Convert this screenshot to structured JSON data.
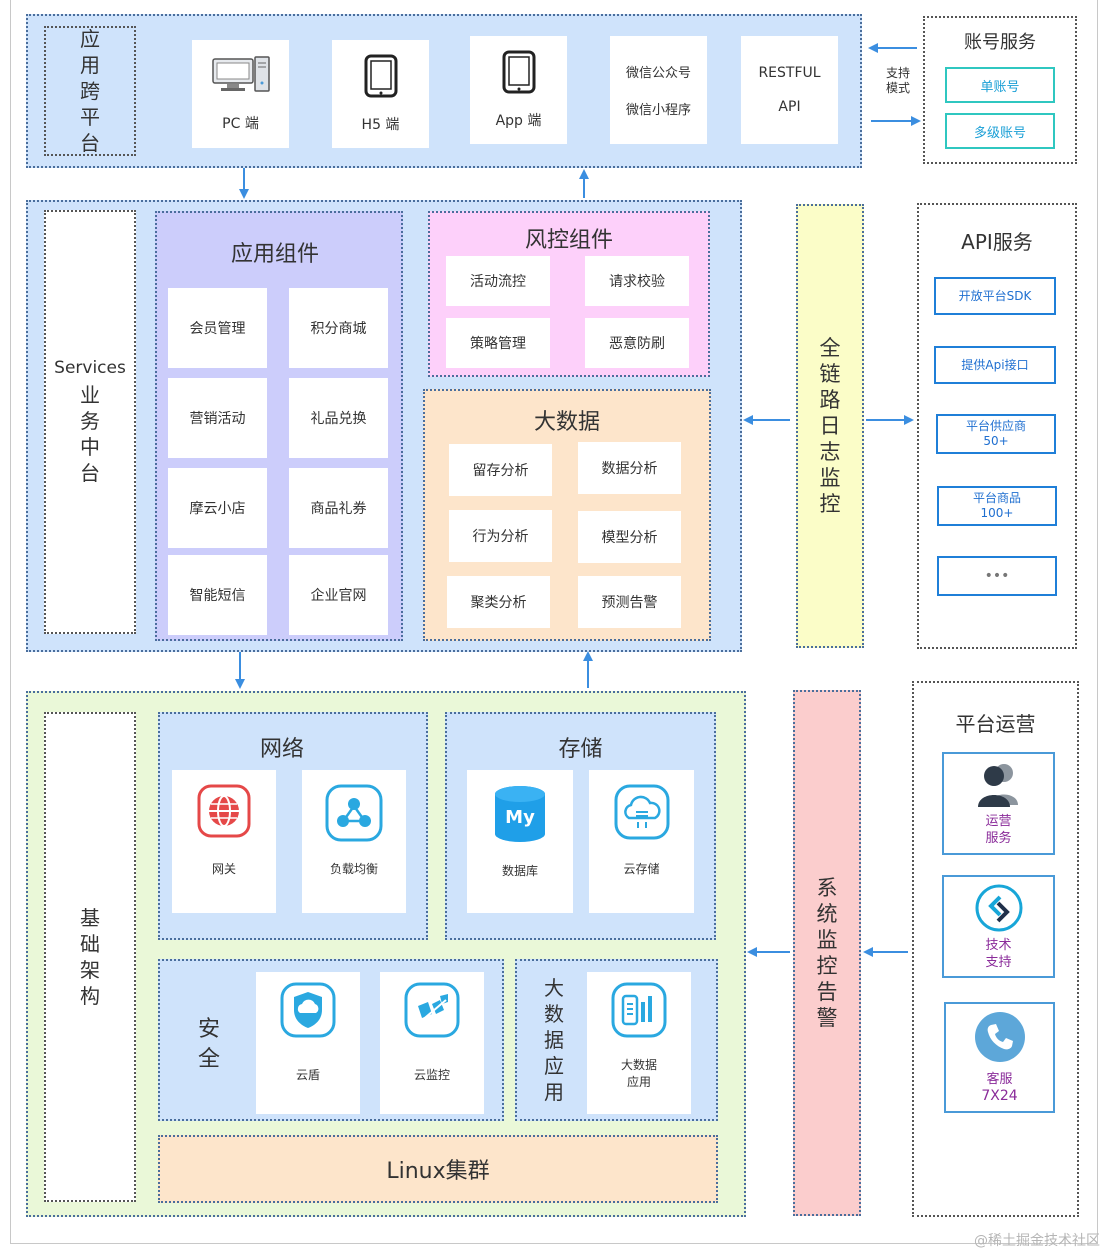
{
  "platform": {
    "label_chars": [
      "应",
      "用",
      "跨",
      "平",
      "台"
    ],
    "clients": [
      {
        "icon": "desktop-pc-icon",
        "lines": [
          "PC 端"
        ]
      },
      {
        "icon": "tablet-h5-icon",
        "lines": [
          "H5 端"
        ]
      },
      {
        "icon": "tablet-app-icon",
        "lines": [
          "App 端"
        ]
      },
      {
        "icon": "",
        "lines": [
          "微信公众号",
          "微信小程序"
        ]
      },
      {
        "icon": "",
        "lines": [
          "RESTFUL",
          "API"
        ]
      }
    ],
    "support_mode": [
      "支持",
      "模式"
    ]
  },
  "account": {
    "title": "账号服务",
    "items": [
      "单账号",
      "多级账号"
    ]
  },
  "services": {
    "label_en": "Services",
    "label_chars": [
      "业",
      "务",
      "中",
      "台"
    ],
    "app_components": {
      "title": "应用组件",
      "items": [
        "会员管理",
        "积分商城",
        "营销活动",
        "礼品兑换",
        "摩云小店",
        "商品礼券",
        "智能短信",
        "企业官网"
      ]
    },
    "risk_components": {
      "title": "风控组件",
      "items": [
        "活动流控",
        "请求校验",
        "策略管理",
        "恶意防刷"
      ]
    },
    "big_data": {
      "title": "大数据",
      "items": [
        "留存分析",
        "数据分析",
        "行为分析",
        "模型分析",
        "聚类分析",
        "预测告警"
      ]
    }
  },
  "log_monitor": {
    "label_chars": [
      "全",
      "链",
      "路",
      "日",
      "志",
      "监",
      "控"
    ]
  },
  "api_service": {
    "title": "API服务",
    "items": [
      {
        "lines": [
          "开放平台SDK"
        ]
      },
      {
        "lines": [
          "提供Api接口"
        ]
      },
      {
        "lines": [
          "平台供应商",
          "50+"
        ]
      },
      {
        "lines": [
          "平台商品",
          "100+"
        ]
      },
      {
        "lines": [
          "•••"
        ]
      }
    ]
  },
  "infrastructure": {
    "label_chars": [
      "基",
      "础",
      "架",
      "构"
    ],
    "network": {
      "title": "网络",
      "items": [
        {
          "icon": "globe-gateway-icon",
          "label": "网关"
        },
        {
          "icon": "load-balance-icon",
          "label": "负载均衡"
        }
      ]
    },
    "storage": {
      "title": "存储",
      "items": [
        {
          "icon": "mysql-database-icon",
          "label": "数据库"
        },
        {
          "icon": "cloud-storage-icon",
          "label": "云存储"
        }
      ]
    },
    "security": {
      "label_chars": [
        "安",
        "全"
      ],
      "items": [
        {
          "icon": "cloud-shield-icon",
          "label": "云盾"
        },
        {
          "icon": "cloud-monitor-icon",
          "label": "云监控"
        }
      ]
    },
    "big_data_app": {
      "label_chars": [
        "大",
        "数",
        "据",
        "应",
        "用"
      ],
      "item": {
        "icon": "big-data-app-icon",
        "lines": [
          "大数据",
          "应用"
        ]
      }
    },
    "linux": "Linux集群"
  },
  "system_monitor": {
    "label_chars": [
      "系",
      "统",
      "监",
      "控",
      "告",
      "警"
    ]
  },
  "operations": {
    "title": "平台运营",
    "items": [
      {
        "icon": "people-icon",
        "lines": [
          "运营",
          "服务"
        ]
      },
      {
        "icon": "tech-support-icon",
        "lines": [
          "技术",
          "支持"
        ]
      },
      {
        "icon": "phone-icon",
        "lines": [
          "客服",
          "7X24"
        ]
      }
    ]
  },
  "watermark": "@稀土掘金技术社区"
}
